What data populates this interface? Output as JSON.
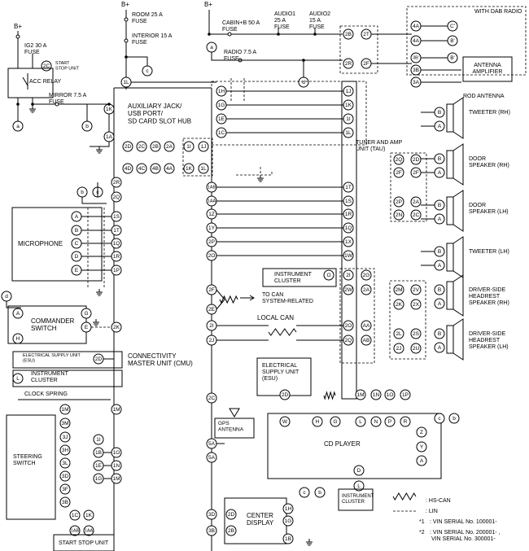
{
  "supply": "B+",
  "fuses": {
    "ig2": "IG2 30 A\nFUSE",
    "room": "ROOM 25 A\nFUSE",
    "interior": "INTERIOR 15 A\nFUSE",
    "cabin": "CABIN+B 50 A\nFUSE",
    "audio1": "AUDIO1\n25 A\nFUSE",
    "audio2": "AUDIO2\n15 A\nFUSE",
    "radio": "RADIO 7.5 A\nFUSE",
    "mirror": "MIRROR 7.5 A\nFUSE"
  },
  "components": {
    "start_stop_pin": "START\nSTOP UNIT",
    "acc_relay": "ACC RELAY",
    "aux_hub": "AUXILIARY JACK/\nUSB PORT/\nSD CARD SLOT HUB",
    "with_dab": "WITH DAB RADIO",
    "antenna_amp": "ANTENNA\nAMPLIFIER",
    "rod_antenna": "ROD ANTENNA",
    "tuner": "TUNER AND AMP\nUNIT (TAU)",
    "tweeter_rh": "TWEETER (RH)",
    "door_rh": "DOOR\nSPEAKER (RH)",
    "door_lh": "DOOR\nSPEAKER (LH)",
    "tweeter_lh": "TWEETER (LH)",
    "headrest_rh": "DRIVER-SIDE\nHEADREST\nSPEAKER (RH)",
    "headrest_lh": "DRIVER-SIDE\nHEADREST\nSPEAKER (LH)",
    "microphone": "MICROPHONE",
    "commander": "COMMANDER\nSWITCH",
    "esu_small": "ELECTRICAL SUPPLY UNIT\n(ESU)",
    "instr_small": "INSTRUMENT\nCLUSTER",
    "clock_spring": "CLOCK SPRING",
    "steering_switch": "STEERING\nSWITCH",
    "start_stop_unit": "START STOP UNIT",
    "cmu": "CONNECTIVITY\nMASTER UNIT (CMU)",
    "instr_center": "INSTRUMENT\nCLUSTER",
    "to_can": "TO CAN\nSYSTEM-RELATED",
    "local_can": "LOCAL CAN",
    "esu_center": "ELECTRICAL\nSUPPLY UNIT\n(ESU)",
    "gps": "GPS\nANTENNA",
    "cd_player": "CD PLAYER",
    "center_display": "CENTER\nDISPLAY",
    "instr_bottom": "INSTRUMENT\nCLUSTER"
  },
  "legend": {
    "hs_can": ": HS-CAN",
    "lin": ": LIN",
    "note1_mark": "*1",
    "note1": ": VIN SERIAL No. 100001-",
    "note2_mark": "*2",
    "note2": ": VIN SERIAL No. 200001- ,\n  VIN SERIAL No. 300001-"
  }
}
